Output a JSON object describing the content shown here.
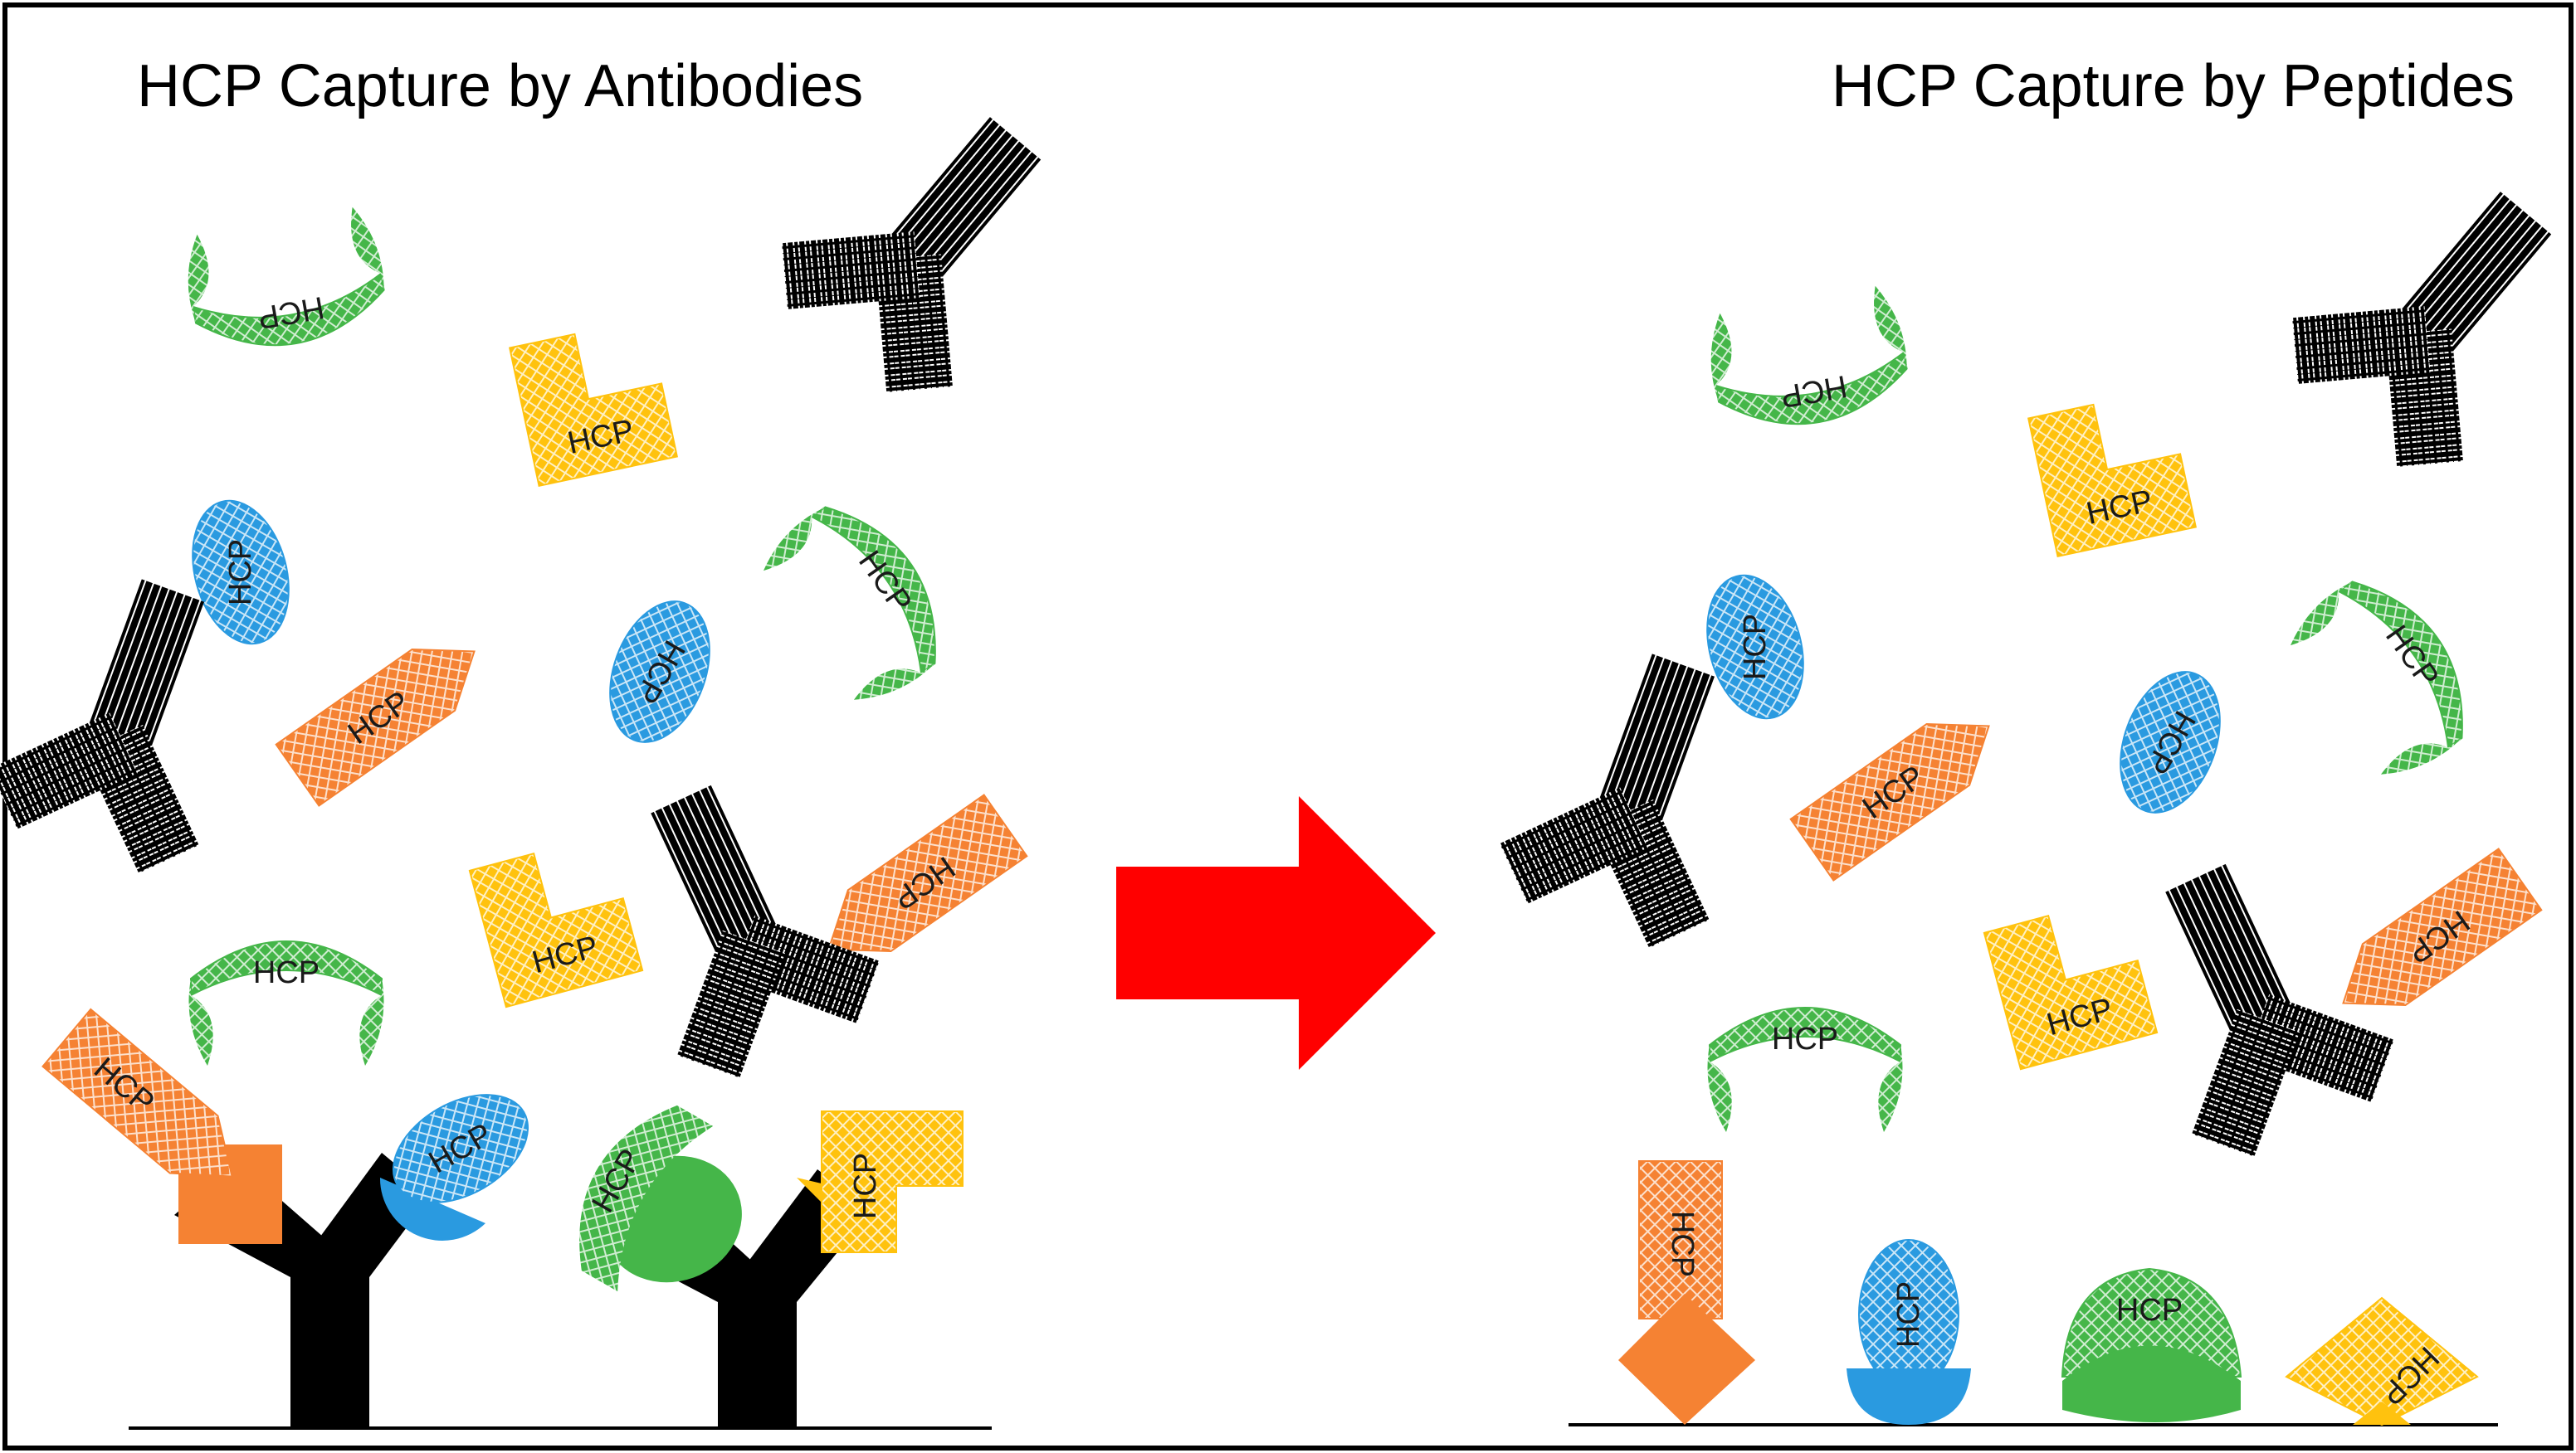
{
  "titles": {
    "left": "HCP Capture by Antibodies",
    "right": "HCP Capture by Peptides"
  },
  "protein_label": "HCP",
  "colors": {
    "frame": "#000000",
    "arrow": "#ff0000",
    "orange": "#f58233",
    "blue": "#2a9ae0",
    "green": "#45b649",
    "yellow": "#ffc20e",
    "antibody": "#000000"
  }
}
